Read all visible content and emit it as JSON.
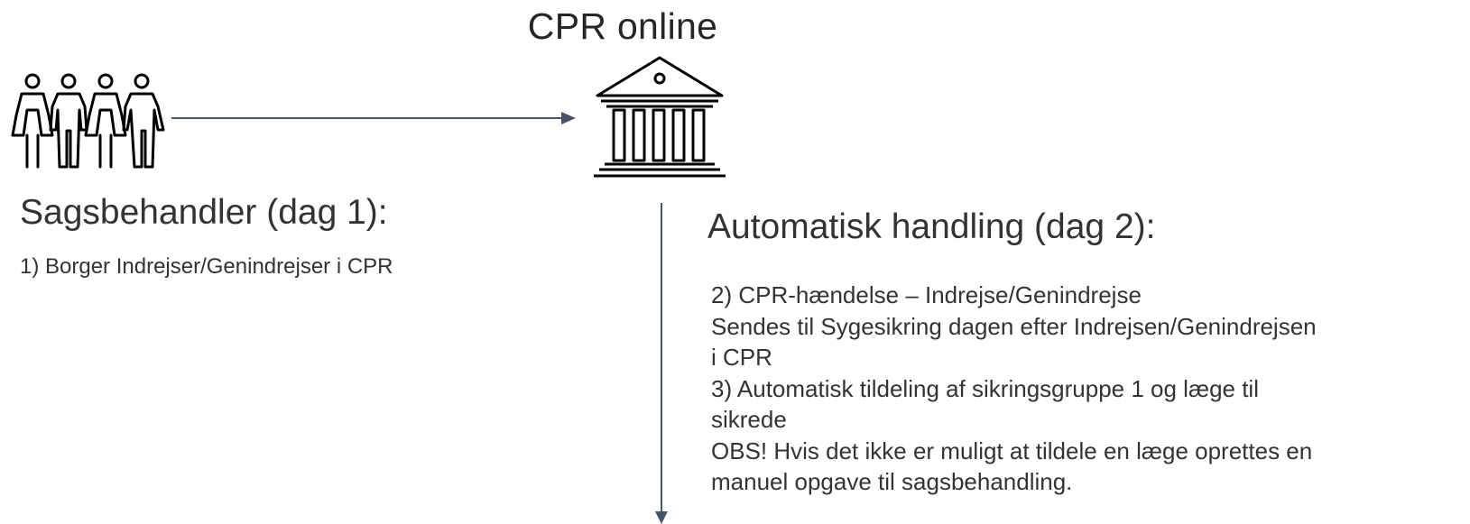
{
  "diagram": {
    "title": "CPR online",
    "caseworker": {
      "heading": "Sagsbehandler (dag 1):",
      "step": "1) Borger Indrejser/Genindrejser i CPR"
    },
    "automatic": {
      "heading": "Automatisk handling (dag 2):",
      "lines": [
        "2) CPR-hændelse – Indrejse/Genindrejse",
        "Sendes til Sygesikring dagen efter Indrejsen/Genindrejsen",
        "i CPR",
        "3) Automatisk tildeling af sikringsgruppe 1 og læge til",
        "sikrede",
        "OBS! Hvis det ikke er muligt at tildele en læge oprettes en",
        "manuel opgave til sagsbehandling."
      ]
    },
    "icons": [
      "people-icon",
      "building-icon"
    ],
    "colors": {
      "arrow": "#44546A",
      "icon": "#000000",
      "text": "#333333"
    }
  }
}
